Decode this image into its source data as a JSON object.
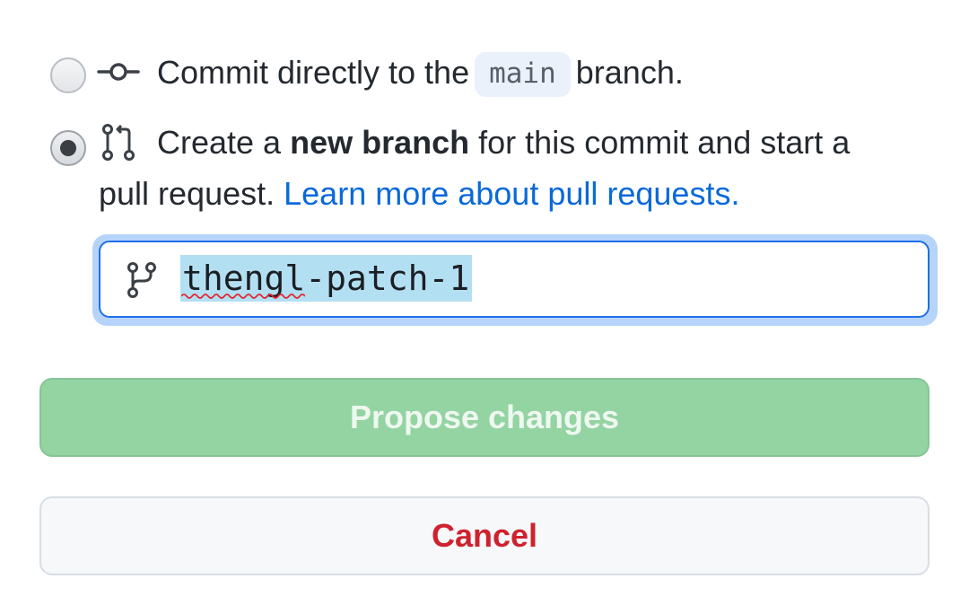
{
  "options": {
    "direct_commit": {
      "prefix": "Commit directly to the",
      "branch": "main",
      "suffix": "branch."
    },
    "new_branch": {
      "prefix": "Create a",
      "bold": "new branch",
      "suffix": "for this commit and start a",
      "line2": "pull request.",
      "link": "Learn more about pull requests."
    }
  },
  "branch_input": {
    "value": "thengl-patch-1"
  },
  "buttons": {
    "propose": "Propose changes",
    "cancel": "Cancel"
  },
  "colors": {
    "link": "#0969da",
    "propose_bg": "#94d3a2",
    "cancel_text": "#cf222e",
    "focus_ring": "#b6d4fa"
  }
}
